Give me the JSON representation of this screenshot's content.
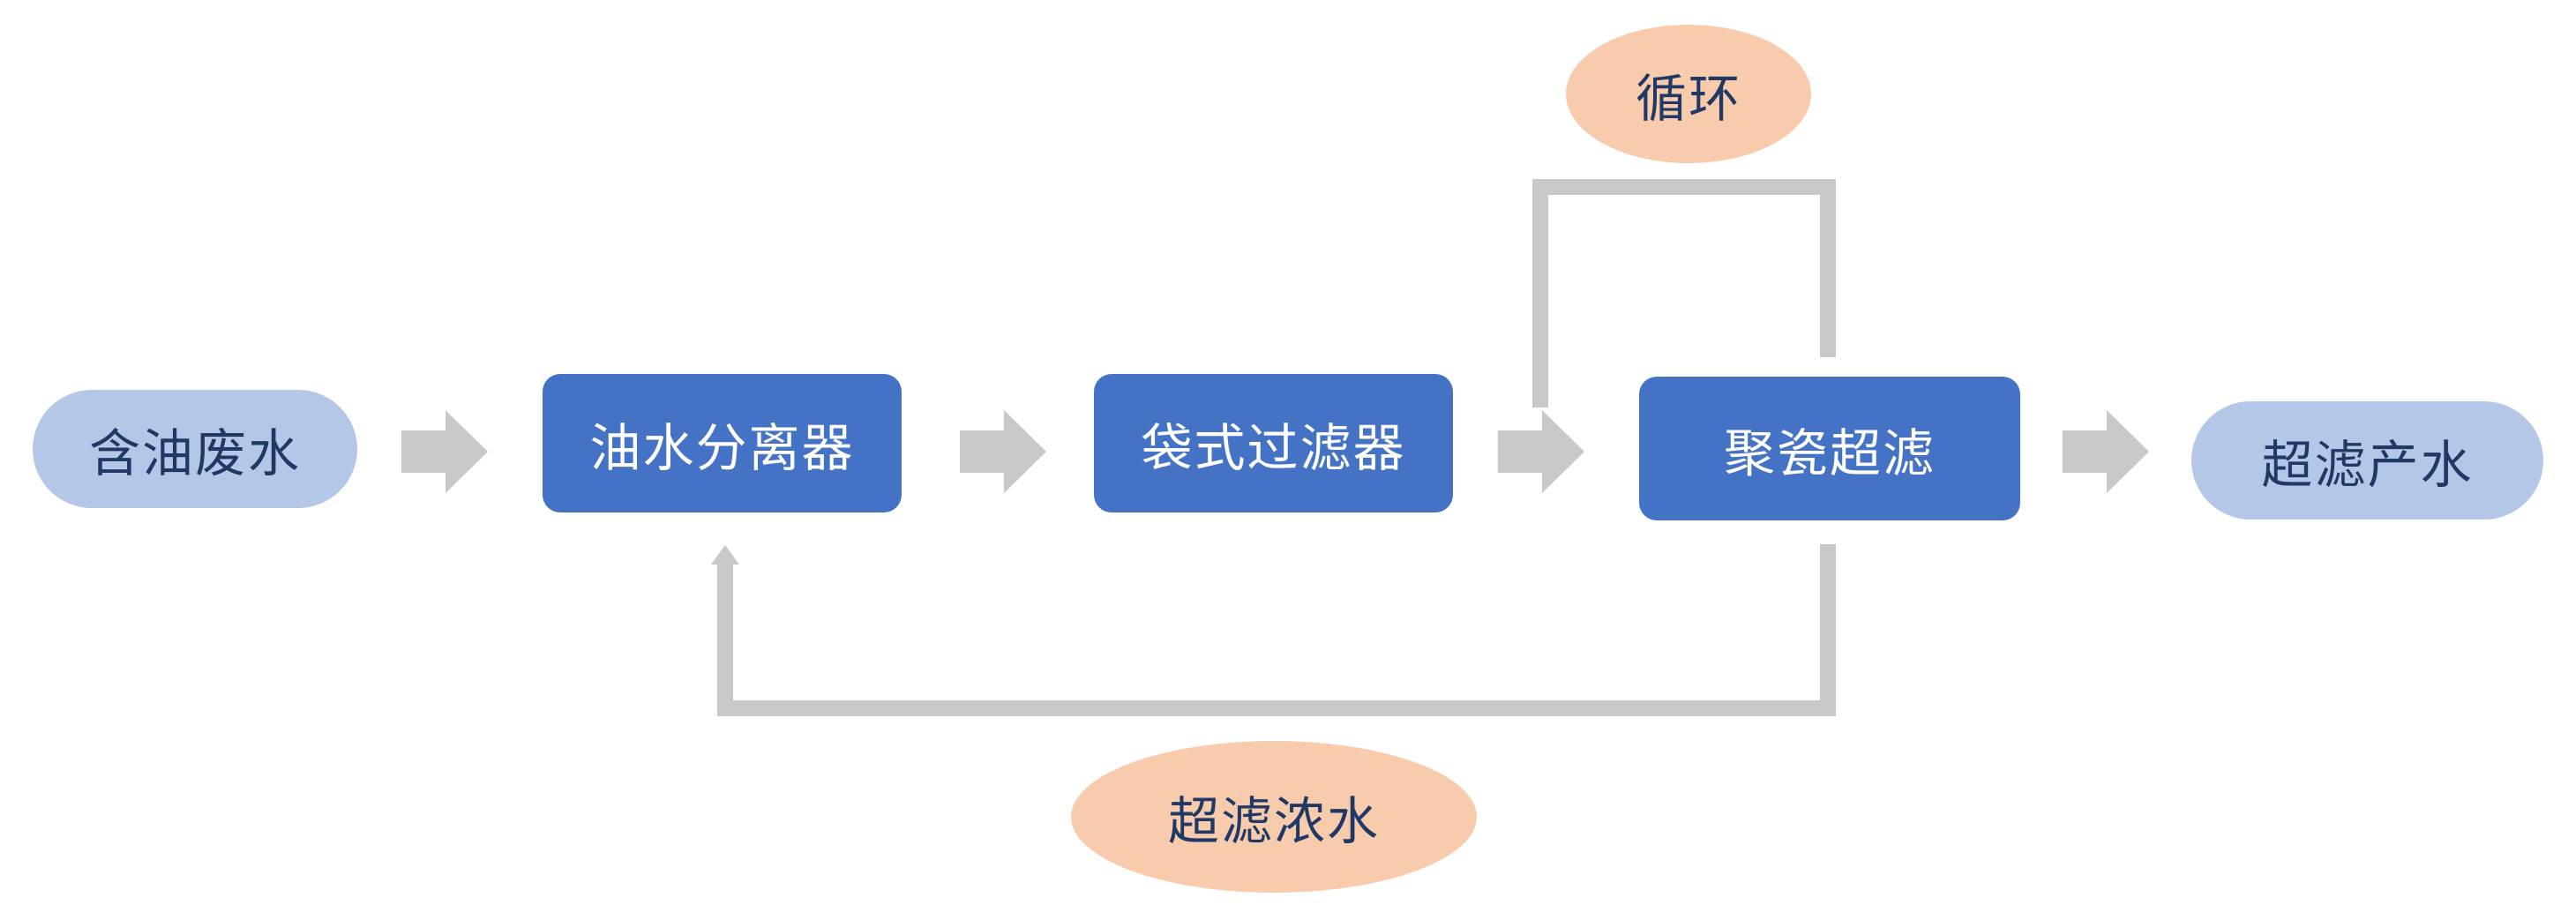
{
  "colors": {
    "terminal_fill": "#b4c7e7",
    "terminal_text": "#1f3864",
    "process_fill": "#4472c4",
    "process_text": "#ffffff",
    "label_fill": "#f8cbad",
    "label_text": "#1f3864",
    "arrow": "#c8c8c8"
  },
  "diagram": {
    "input": "含油废水",
    "steps": [
      "油水分离器",
      "袋式过滤器",
      "聚瓷超滤"
    ],
    "output": "超滤产水",
    "loop_label": "循环",
    "return_label": "超滤浓水"
  }
}
